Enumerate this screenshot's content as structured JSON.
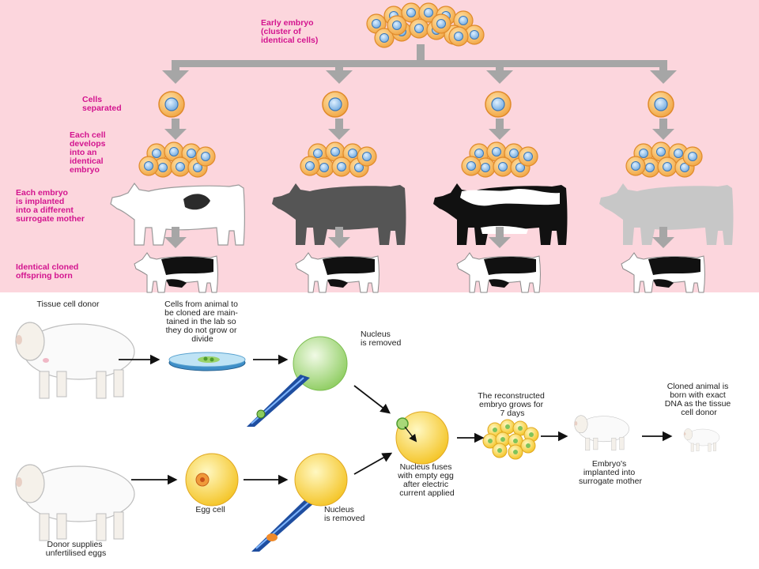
{
  "cloning_by_splitting": {
    "early_embryo": [
      "Early embryo",
      "(cluster of",
      "identical cells)"
    ],
    "cells_separated": [
      "Cells",
      "separated"
    ],
    "each_cell_develops": [
      "Each cell",
      "develops",
      "into an",
      "identical",
      "embryo"
    ],
    "each_embryo_implanted": [
      "Each embryo",
      "is implanted",
      "into a different",
      "surrogate mother"
    ],
    "offspring_born": [
      "Identical cloned",
      "offspring born"
    ]
  },
  "nuclear_transfer": {
    "tissue_cell_donor": [
      "Tissue cell donor"
    ],
    "cells_maintained": [
      "Cells from animal to",
      "be cloned are main-",
      "tained in the lab so",
      "they do not grow or",
      "divide"
    ],
    "nucleus_removed_top": [
      "Nucleus",
      "is removed"
    ],
    "nucleus_fuses": [
      "Nucleus fuses",
      "with empty egg",
      "after electric",
      "current applied"
    ],
    "embryo_grows": [
      "The reconstructed",
      "embryo grows for",
      "7 days"
    ],
    "embryo_implanted": [
      "Embryo's",
      "implanted into",
      "surrogate mother"
    ],
    "cloned_animal_born": [
      "Cloned animal is",
      "born with exact",
      "DNA as the tissue",
      "cell donor"
    ],
    "egg_cell": [
      "Egg cell"
    ],
    "nucleus_removed_bottom": [
      "Nucleus",
      "is removed"
    ],
    "donor_supplies": [
      "Donor supplies",
      "unfertilised eggs"
    ]
  },
  "colors": {
    "top_background": "#fcd6dd",
    "label_pink": "#d3148f",
    "arrow_gray": "#a6a6a6",
    "cell_orange": "#f5b258",
    "nucleus_blue": "#7fb6e6",
    "egg_yellow": "#f9d43c",
    "green_cell": "#a8d878"
  },
  "icons": [
    "embryo-cluster-icon",
    "single-cell-icon",
    "cow-icon",
    "calf-icon",
    "sheep-icon",
    "lamb-icon",
    "petri-dish-icon",
    "pipette-icon",
    "egg-cell-icon"
  ]
}
